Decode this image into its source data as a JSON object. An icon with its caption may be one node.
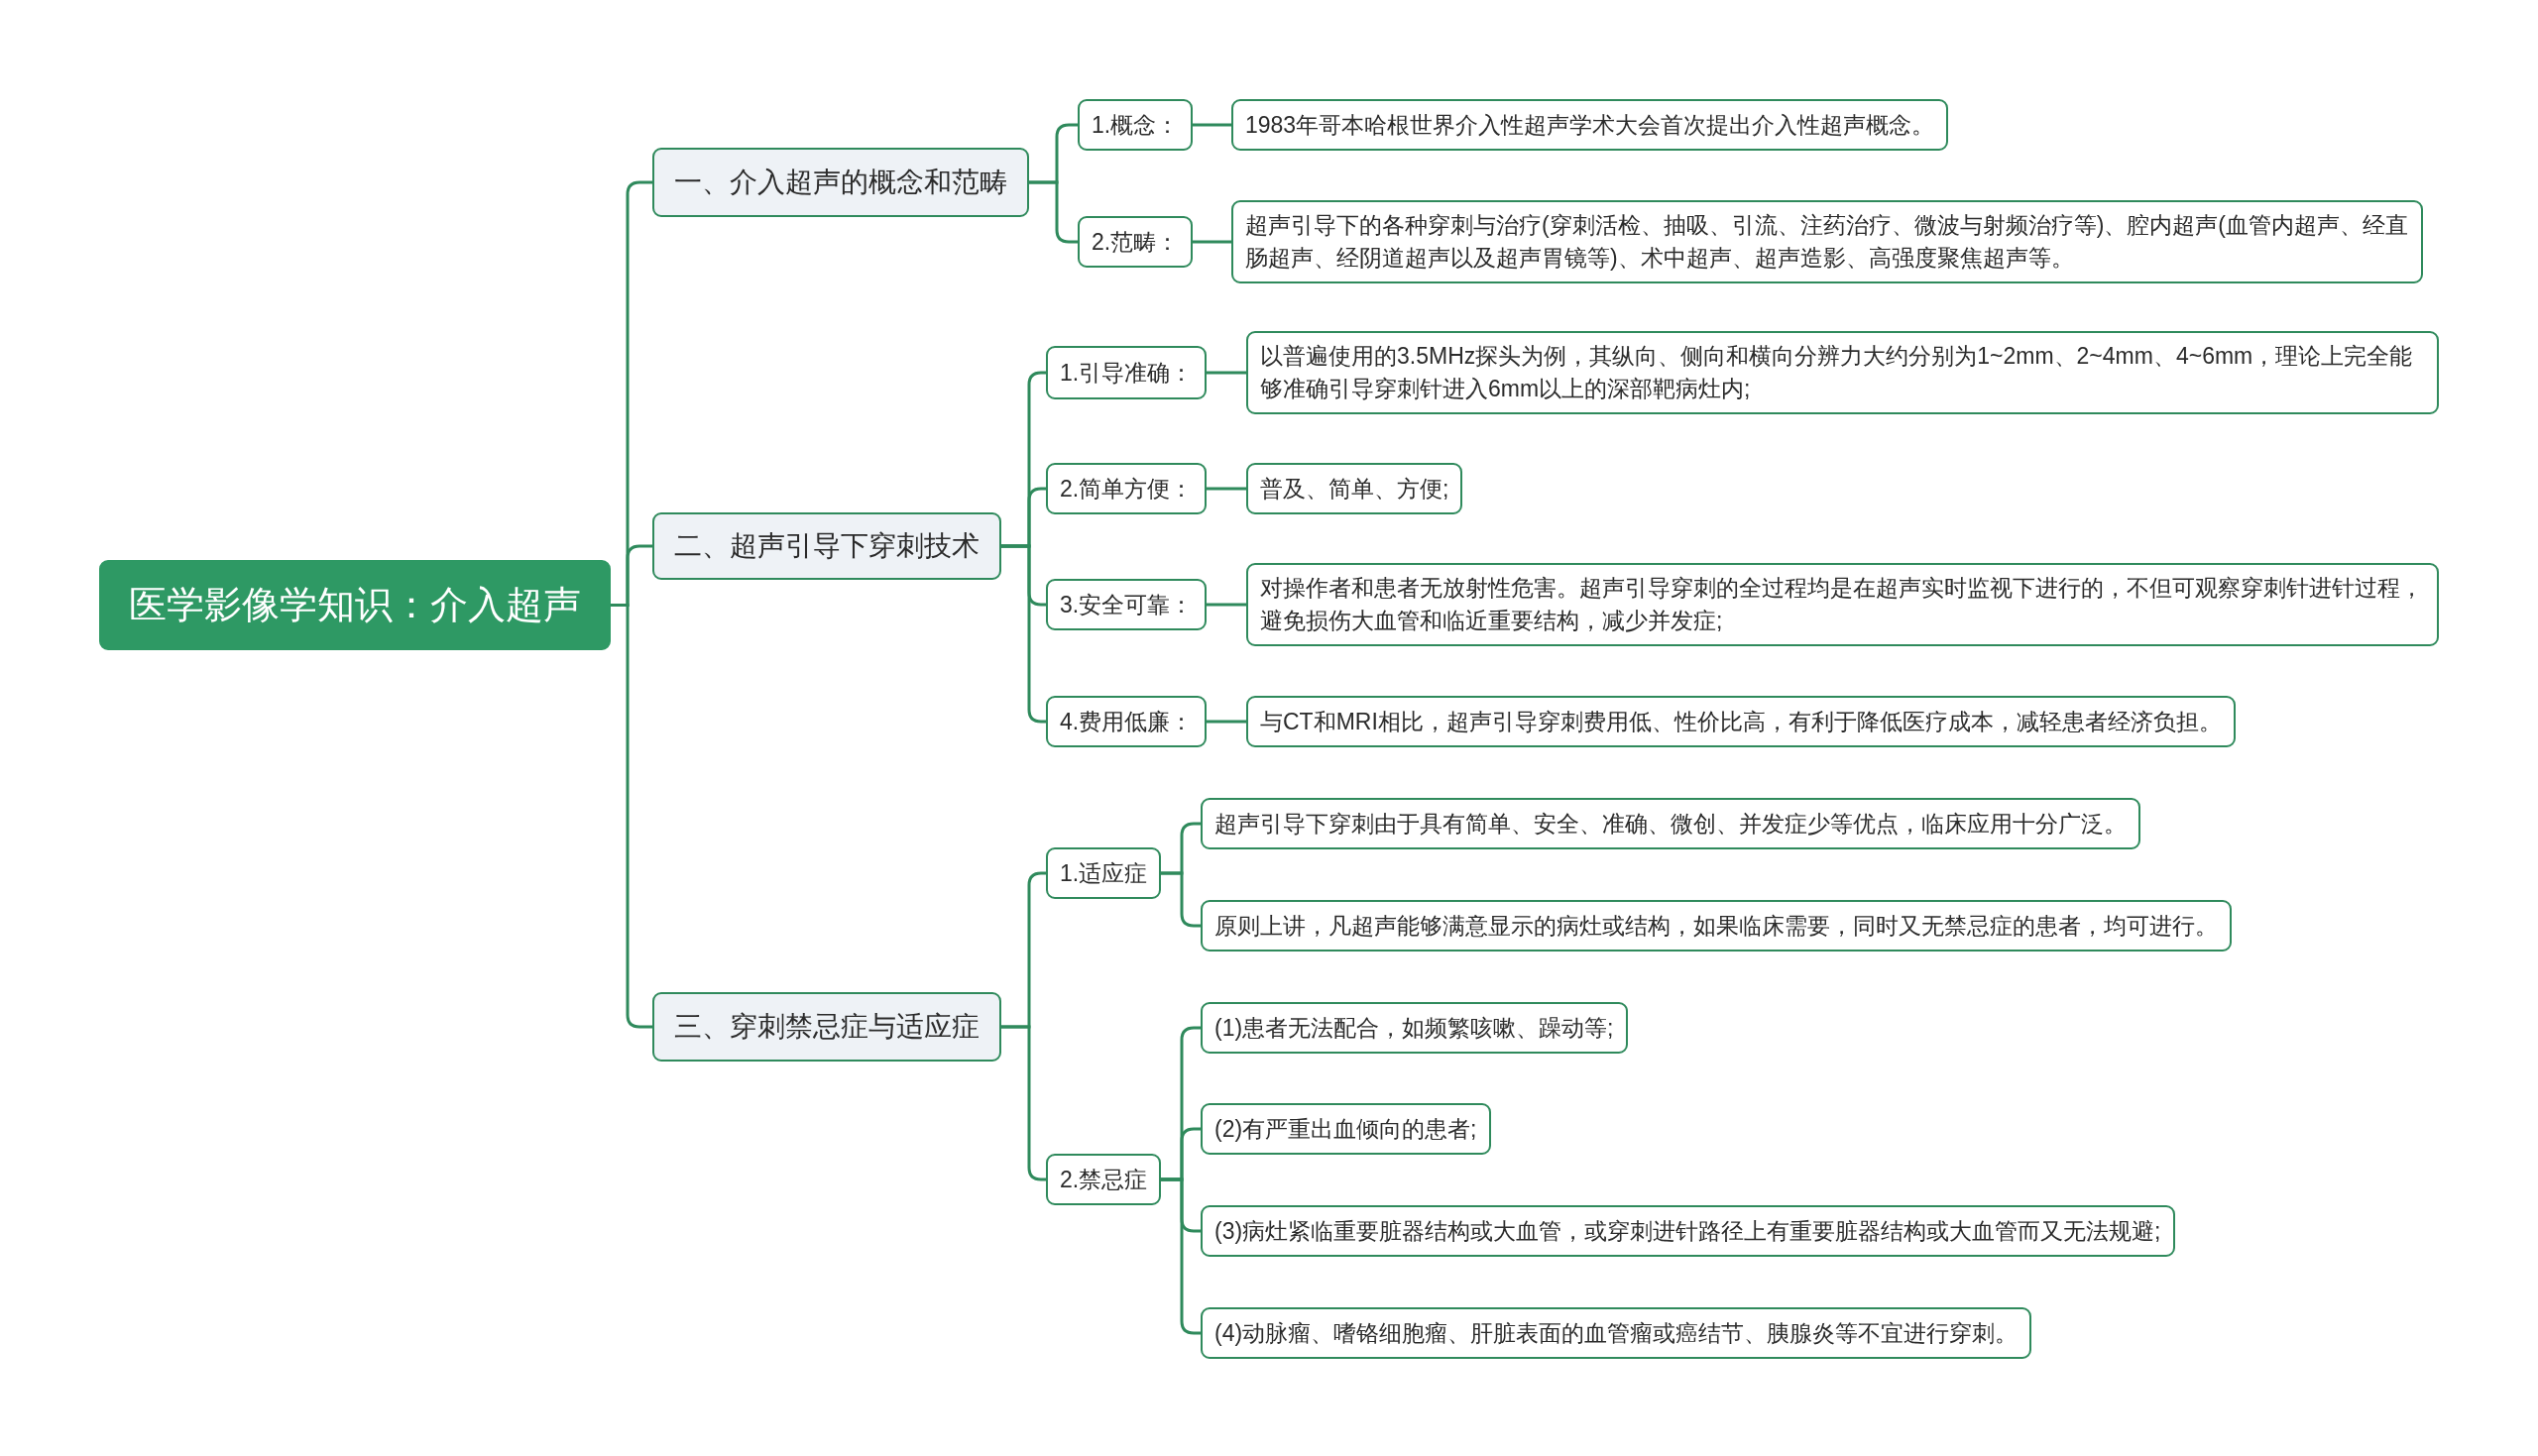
{
  "diagram": {
    "nodes": [
      {
        "text": [
          "医学影像学知识：介入超声"
        ]
      },
      {
        "text": [
          "一、介入超声的概念和范畴"
        ]
      },
      {
        "text": [
          "1.概念："
        ]
      },
      {
        "text": [
          "1983年哥本哈根世界介入性超声学术大会首次提出介入性超声概念。"
        ]
      },
      {
        "text": [
          "2.范畴："
        ]
      },
      {
        "text": [
          "超声引导下的各种穿刺与治疗(穿刺活检、抽吸、引流、注药治疗、微波与射频治疗等)、腔内超声(血管内超声、经直肠超声、经阴道超声以及超声胃镜等)、术中超声、超声造影、高强度聚焦超声等。"
        ]
      },
      {
        "text": [
          "二、超声引导下穿刺技术"
        ]
      },
      {
        "text": [
          "1.引导准确："
        ]
      },
      {
        "text": [
          "以普遍使用的3.5MHz探头为例，其纵向、侧向和横向分辨力大约分别为1~2mm、2~4mm、4~6mm，理论上完全能够准确引导穿刺针进入6mm以上的深部靶病灶内;"
        ]
      },
      {
        "text": [
          "2.简单方便："
        ]
      },
      {
        "text": [
          "普及、简单、方便;"
        ]
      },
      {
        "text": [
          "3.安全可靠："
        ]
      },
      {
        "text": [
          "对操作者和患者无放射性危害。超声引导穿刺的全过程均是在超声实时监视下进行的，不但可观察穿刺针进针过程，避免损伤大血管和临近重要结构，减少并发症;"
        ]
      },
      {
        "text": [
          "4.费用低廉："
        ]
      },
      {
        "text": [
          "与CT和MRI相比，超声引导穿刺费用低、性价比高，有利于降低医疗成本，减轻患者经济负担。"
        ]
      },
      {
        "text": [
          "三、穿刺禁忌症与适应症"
        ]
      },
      {
        "text": [
          "1.适应症"
        ]
      },
      {
        "text": [
          "超声引导下穿刺由于具有简单、安全、准确、微创、并发症少等优点，临床应用十分广泛。"
        ]
      },
      {
        "text": [
          "原则上讲，凡超声能够满意显示的病灶或结构，如果临床需要，同时又无禁忌症的患者，均可进行。"
        ]
      },
      {
        "text": [
          "2.禁忌症"
        ]
      },
      {
        "text": [
          "(1)患者无法配合，如频繁咳嗽、躁动等;"
        ]
      },
      {
        "text": [
          "(2)有严重出血倾向的患者;"
        ]
      },
      {
        "text": [
          "(3)病灶紧临重要脏器结构或大血管，或穿刺进针路径上有重要脏器结构或大血管而又无法规避;"
        ]
      },
      {
        "text": [
          "(4)动脉瘤、嗜铬细胞瘤、肝脏表面的血管瘤或癌结节、胰腺炎等不宜进行穿刺。"
        ]
      }
    ],
    "edges": [
      {
        "from": 0,
        "to": 1,
        "arrow": "none"
      },
      {
        "from": 0,
        "to": 6,
        "arrow": "none"
      },
      {
        "from": 0,
        "to": 15,
        "arrow": "none"
      },
      {
        "from": 1,
        "to": 2,
        "arrow": "none"
      },
      {
        "from": 1,
        "to": 4,
        "arrow": "none"
      },
      {
        "from": 2,
        "to": 3,
        "arrow": "none"
      },
      {
        "from": 4,
        "to": 5,
        "arrow": "none"
      },
      {
        "from": 6,
        "to": 7,
        "arrow": "none"
      },
      {
        "from": 6,
        "to": 9,
        "arrow": "none"
      },
      {
        "from": 6,
        "to": 11,
        "arrow": "none"
      },
      {
        "from": 6,
        "to": 13,
        "arrow": "none"
      },
      {
        "from": 7,
        "to": 8,
        "arrow": "none"
      },
      {
        "from": 9,
        "to": 10,
        "arrow": "none"
      },
      {
        "from": 11,
        "to": 12,
        "arrow": "none"
      },
      {
        "from": 13,
        "to": 14,
        "arrow": "none"
      },
      {
        "from": 15,
        "to": 16,
        "arrow": "none"
      },
      {
        "from": 15,
        "to": 19,
        "arrow": "none"
      },
      {
        "from": 16,
        "to": 17,
        "arrow": "none"
      },
      {
        "from": 16,
        "to": 18,
        "arrow": "none"
      },
      {
        "from": 19,
        "to": 20,
        "arrow": "none"
      },
      {
        "from": 19,
        "to": 21,
        "arrow": "none"
      },
      {
        "from": 19,
        "to": 22,
        "arrow": "none"
      },
      {
        "from": 19,
        "to": 23,
        "arrow": "none"
      }
    ]
  }
}
